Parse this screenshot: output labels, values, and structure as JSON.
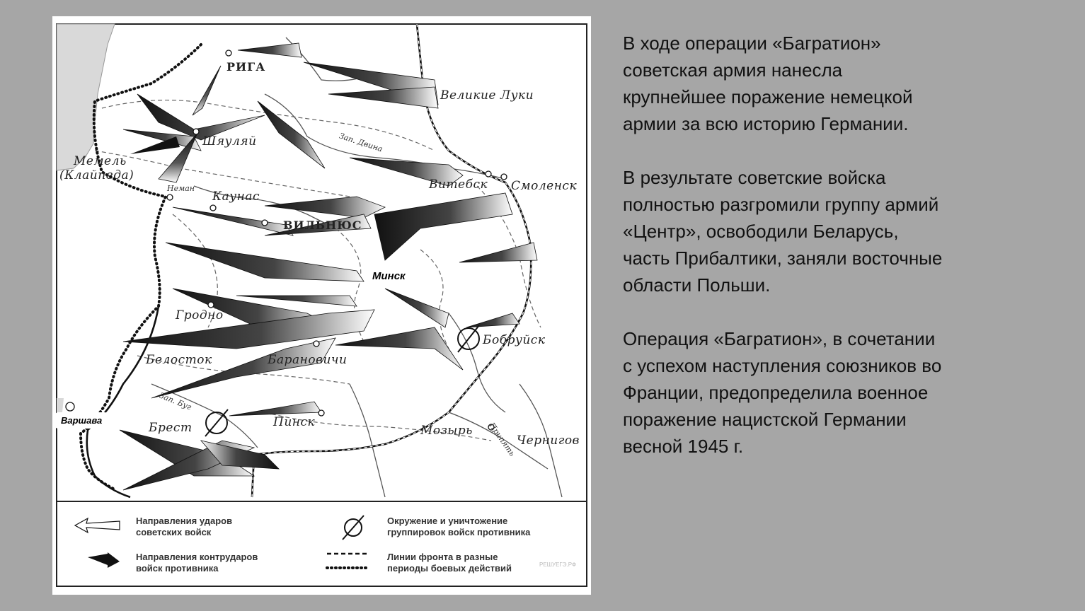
{
  "map": {
    "cities": {
      "riga": "РИГА",
      "velikie_luki": "Великие Луки",
      "shyaulyay": "Шяуляй",
      "memel": "Мемель",
      "klaipeda": "(Клайпеда)",
      "vitebsk": "Витебск",
      "smolensk": "Смоленск",
      "kaunas": "Каунас",
      "vilnius": "ВИЛЬНЮС",
      "grodno": "Гродно",
      "bobruysk": "Бобруйск",
      "belostok": "Белосток",
      "baranovichi": "Барановичи",
      "brest": "Брест",
      "pinsk": "Пинск",
      "mozyr": "Мозырь",
      "chernigov": "Чернигов"
    },
    "rivers": {
      "zap_dvina": "Зап. Двина",
      "neman": "Неман",
      "zap_bug": "Зап. Буг",
      "pripyat": "Припять"
    },
    "highlighted": {
      "minsk": "Минск",
      "warsaw": "Варшава"
    },
    "legend": {
      "soviet_strikes": "Направления ударов\nсоветских войск",
      "counter_strikes": "Направления контрударов\nвойск противника",
      "encirclement": "Окружение и уничтожение\nгруппировок войск противника",
      "front_lines": "Линии фронта в разные\nпериоды боевых действий"
    },
    "watermark": "РЕШУЕГЭ.РФ",
    "colors": {
      "arrow_dark": "#111111",
      "arrow_light": "#ffffff",
      "page_background": "#a6a6a6"
    }
  },
  "text": {
    "p1": "В ходе операции «Багратион»\nсоветская армия нанесла\nкрупнейшее поражение немецкой\nармии за всю историю Германии.",
    "p2": "В результате советские войска\nполностью разгромили группу армий\n«Центр», освободили Беларусь,\nчасть Прибалтики, заняли восточные\nобласти Польши.",
    "p3": "Операция «Багратион», в сочетании\nс успехом наступления союзников во\nФранции, предопределила военное\nпоражение нацистской Германии\nвесной 1945 г."
  }
}
